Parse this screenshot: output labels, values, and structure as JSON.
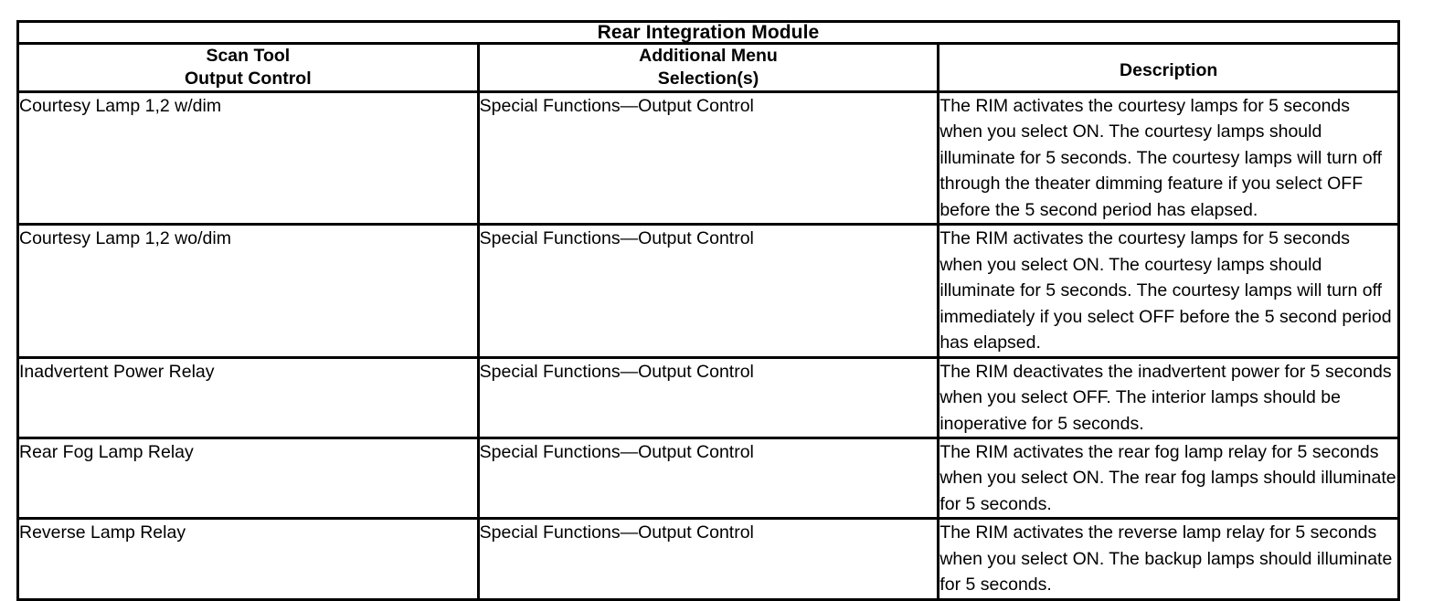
{
  "table": {
    "title": "Rear Integration Module",
    "columns": [
      {
        "id": "control",
        "header_line1": "Scan Tool",
        "header_line2": "Output Control"
      },
      {
        "id": "menu",
        "header_line1": "Additional Menu",
        "header_line2": "Selection(s)"
      },
      {
        "id": "description",
        "header_line1": "Description",
        "header_line2": ""
      }
    ],
    "rows": [
      {
        "control": "Courtesy Lamp 1,2 w/dim",
        "menu": "Special Functions—Output Control",
        "description": "The RIM activates the courtesy lamps for 5 seconds when you select ON. The courtesy lamps should illuminate for 5 seconds. The courtesy lamps will turn off through the theater dimming feature if you select OFF before the 5 second period has elapsed."
      },
      {
        "control": "Courtesy Lamp 1,2 wo/dim",
        "menu": "Special Functions—Output Control",
        "description": "The RIM activates the courtesy lamps for 5 seconds when you select ON. The courtesy lamps should illuminate for 5 seconds. The courtesy lamps will turn off immediately if you select OFF before the 5 second period has elapsed."
      },
      {
        "control": "Inadvertent Power Relay",
        "menu": "Special Functions—Output Control",
        "description": "The RIM deactivates the inadvertent power for 5 seconds when you select OFF. The interior lamps should be inoperative for 5 seconds."
      },
      {
        "control": "Rear Fog Lamp Relay",
        "menu": "Special Functions—Output Control",
        "description": "The RIM activates the rear fog lamp relay for 5 seconds when you select ON. The rear fog lamps should illuminate for 5 seconds."
      },
      {
        "control": "Reverse Lamp Relay",
        "menu": "Special Functions—Output Control",
        "description": "The RIM activates the reverse lamp relay for 5 seconds when you select ON. The backup lamps should illuminate for 5 seconds."
      }
    ]
  },
  "style": {
    "border_color": "#000000",
    "background": "#ffffff",
    "text_color": "#000000"
  }
}
